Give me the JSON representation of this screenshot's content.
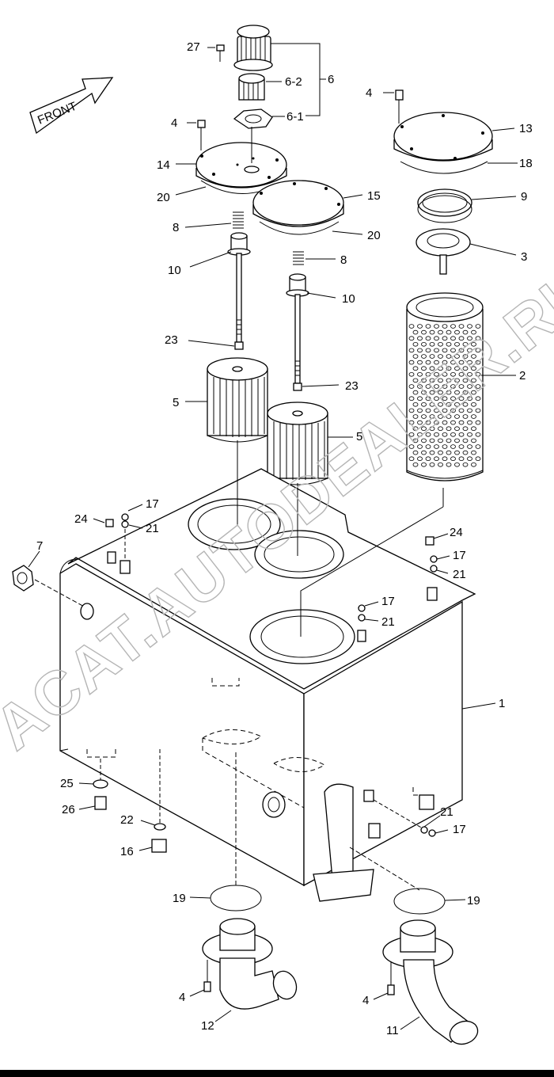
{
  "front_label": "FRONT",
  "watermark": "ACAT.AUTODEALER.RU",
  "callouts": {
    "c27": "27",
    "c6": "6",
    "c6_2": "6-2",
    "c6_1": "6-1",
    "c4_top": "4",
    "c14": "14",
    "c20_left": "20",
    "c8_left": "8",
    "c10_left": "10",
    "c23_left": "23",
    "c5_left": "5",
    "c15": "15",
    "c20_mid": "20",
    "c8_mid": "8",
    "c10_mid": "10",
    "c23_mid": "23",
    "c5_mid": "5",
    "c4_right": "4",
    "c13": "13",
    "c18": "18",
    "c9": "9",
    "c3": "3",
    "c2": "2",
    "c7": "7",
    "c24_left": "24",
    "c17_left": "17",
    "c21_left": "21",
    "c24_right": "24",
    "c17_right": "17",
    "c21_right": "21",
    "c17_mid": "17",
    "c21_mid": "21",
    "c1": "1",
    "c25": "25",
    "c26": "26",
    "c22": "22",
    "c16": "16",
    "c21_low": "21",
    "c17_low": "17",
    "c19_left": "19",
    "c19_right": "19",
    "c4_bl": "4",
    "c4_br": "4",
    "c12": "12",
    "c11": "11"
  }
}
